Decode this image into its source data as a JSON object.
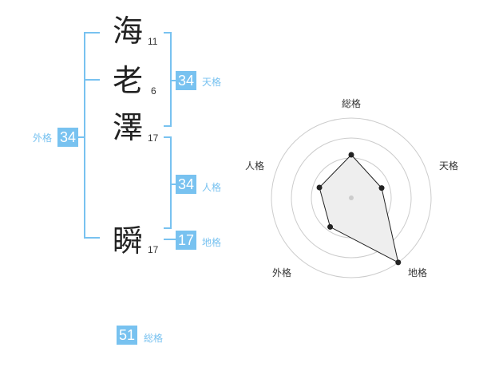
{
  "name": {
    "chars": [
      {
        "char": "海",
        "strokes": "11"
      },
      {
        "char": "老",
        "strokes": "6"
      },
      {
        "char": "澤",
        "strokes": "17"
      },
      {
        "char": "瞬",
        "strokes": "17"
      }
    ]
  },
  "fortune": {
    "tenkaku": {
      "value": "34",
      "label": "天格"
    },
    "jinkaku": {
      "value": "34",
      "label": "人格"
    },
    "chikaku": {
      "value": "17",
      "label": "地格"
    },
    "gaikaku": {
      "value": "34",
      "label": "外格"
    },
    "soukaku": {
      "value": "51",
      "label": "総格"
    }
  },
  "colors": {
    "accent": "#78c2f0",
    "text": "#222222",
    "radar_fill": "#eeeeee",
    "ring": "#cccccc"
  },
  "radar": {
    "axes": [
      "総格",
      "天格",
      "地格",
      "外格",
      "人格"
    ],
    "values": [
      0.54,
      0.4,
      1.0,
      0.45,
      0.42
    ],
    "rings": 4
  }
}
